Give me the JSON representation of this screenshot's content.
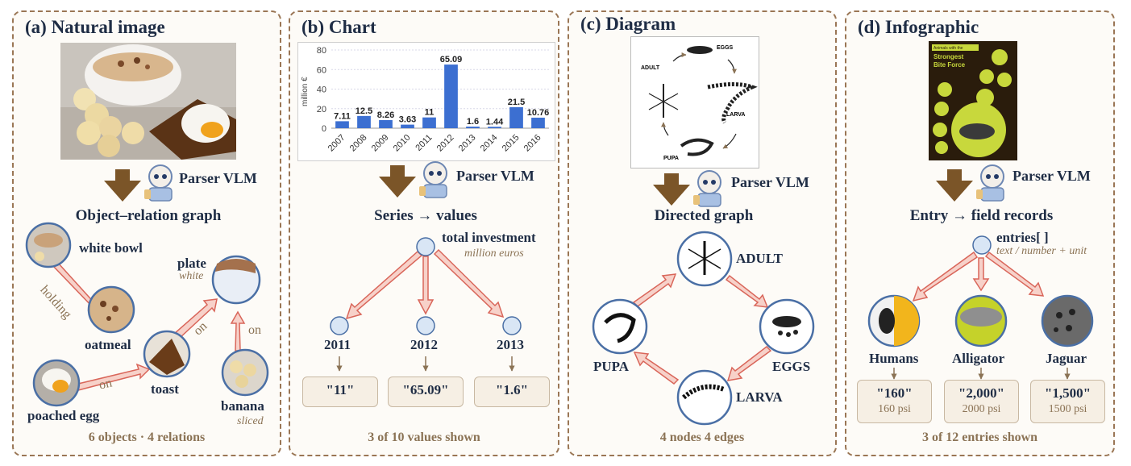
{
  "panels": {
    "a": {
      "title": "(a) Natural image",
      "vlm": "Parser VLM",
      "graph_title": "Object–relation graph",
      "nodes": {
        "white_bowl": "white bowl",
        "plate": "plate",
        "plate_attr": "white",
        "oatmeal": "oatmeal",
        "toast": "toast",
        "poached_egg": "poached egg",
        "banana": "banana",
        "banana_attr": "sliced"
      },
      "edges": {
        "holding": "holding",
        "on1": "on",
        "on2": "on",
        "on3": "on"
      },
      "footer": "6 objects · 4 relations"
    },
    "b": {
      "title": "(b) Chart",
      "vlm": "Parser VLM",
      "graph_title": "Series → values",
      "root": "total investment",
      "root_unit": "million euros",
      "children": [
        {
          "year": "2011",
          "value": "\"11\""
        },
        {
          "year": "2012",
          "value": "\"65.09\""
        },
        {
          "year": "2013",
          "value": "\"1.6\""
        }
      ],
      "footer": "3 of 10 values shown"
    },
    "c": {
      "title": "(c) Diagram",
      "vlm": "Parser VLM",
      "graph_title": "Directed graph",
      "thumb_labels": {
        "eggs": "EGGS",
        "adult": "ADULT",
        "larva": "LARVA",
        "pupa": "PUPA"
      },
      "nodes": {
        "adult": "ADULT",
        "eggs": "EGGS",
        "larva": "LARVA",
        "pupa": "PUPA"
      },
      "footer": "4 nodes  4 edges"
    },
    "d": {
      "title": "(d) Infographic",
      "vlm": "Parser VLM",
      "graph_title": "Entry → field records",
      "root": "entries[ ]",
      "root_sub": "text / number + unit",
      "thumb_text": {
        "line1": "Animals with the",
        "line2": "Strongest",
        "line3": "Bite Force"
      },
      "entries": [
        {
          "name": "Humans",
          "value": "\"160\"",
          "unit": "160 psi"
        },
        {
          "name": "Alligator",
          "value": "\"2,000\"",
          "unit": "2000 psi"
        },
        {
          "name": "Jaguar",
          "value": "\"1,500\"",
          "unit": "1500 psi"
        }
      ],
      "footer": "3 of 12 entries shown"
    }
  },
  "chart_data": {
    "type": "bar",
    "categories": [
      "2007",
      "2008",
      "2009",
      "2010",
      "2011",
      "2012",
      "2013",
      "2014",
      "2015",
      "2016"
    ],
    "values": [
      7.11,
      12.5,
      8.26,
      3.63,
      11,
      65.09,
      1.6,
      1.44,
      21.5,
      10.76
    ],
    "value_labels": [
      "7.11",
      "12.5",
      "8.26",
      "3.63",
      "11",
      "65.09",
      "1.6",
      "1.44",
      "21.5",
      "10.76"
    ],
    "ylabel": "million €",
    "ylim": [
      0,
      80
    ],
    "yticks": [
      "0",
      "20",
      "40",
      "60",
      "80"
    ],
    "grid": true,
    "color": "#3c6fd1"
  },
  "colors": {
    "border": "#9a7655",
    "arrow_fill": "#f7d1c9",
    "arrow_stroke": "#d9665a",
    "node_stroke": "#4a6fa5",
    "node_fill": "#d9e6f5",
    "vlm_arrow": "#7b5528"
  }
}
